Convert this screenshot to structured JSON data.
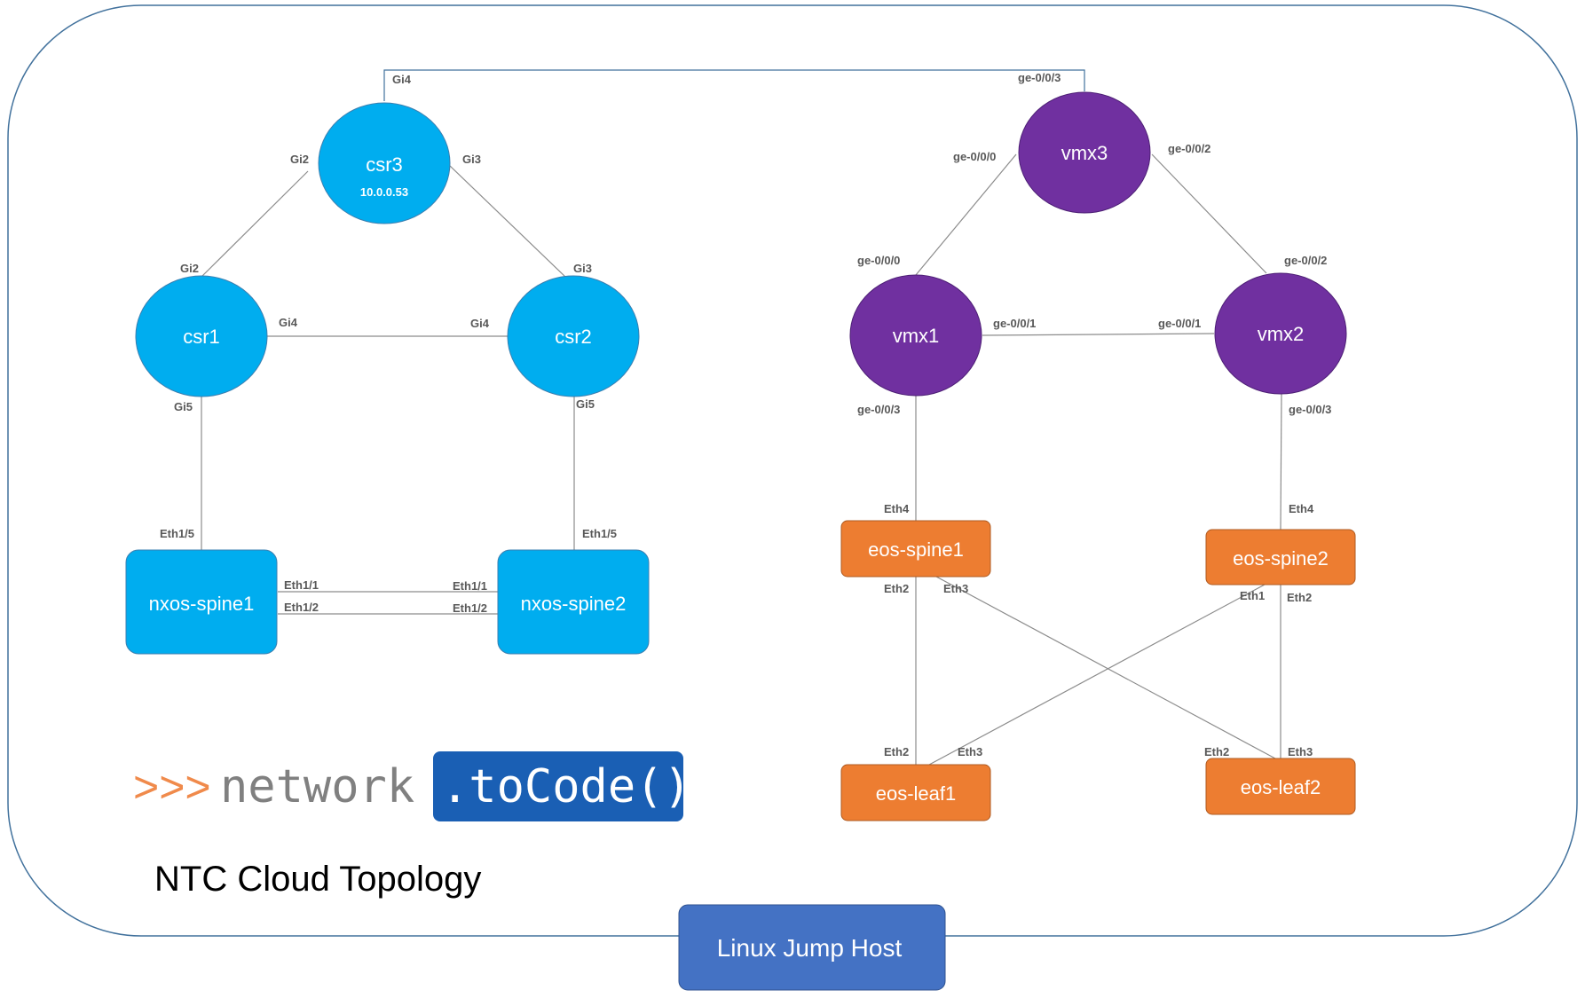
{
  "colors": {
    "csr": "#00adef",
    "nxos": "#00adef",
    "vmx": "#7030a0",
    "eos": "#ed7d31",
    "jump_host": "#4472c4",
    "boundary": "#41719c",
    "logo_box": "#1a5fb4",
    "logo_chevrons": "#f08a4b"
  },
  "title": "NTC Cloud Topology",
  "logo": {
    "prefix": ">>>",
    "word": "network",
    "code": ".toCode()"
  },
  "jump_host": {
    "label": "Linux Jump Host"
  },
  "nodes": {
    "csr3": {
      "label": "csr3",
      "sub": "10.0.0.53"
    },
    "csr1": {
      "label": "csr1"
    },
    "csr2": {
      "label": "csr2"
    },
    "nxos_spine1": {
      "label": "nxos-spine1"
    },
    "nxos_spine2": {
      "label": "nxos-spine2"
    },
    "vmx3": {
      "label": "vmx3"
    },
    "vmx1": {
      "label": "vmx1"
    },
    "vmx2": {
      "label": "vmx2"
    },
    "eos_spine1": {
      "label": "eos-spine1"
    },
    "eos_spine2": {
      "label": "eos-spine2"
    },
    "eos_leaf1": {
      "label": "eos-leaf1"
    },
    "eos_leaf2": {
      "label": "eos-leaf2"
    }
  },
  "ports": {
    "csr3_gi4": "Gi4",
    "vmx3_ge003": "ge-0/0/3",
    "csr3_gi2": "Gi2",
    "csr3_gi3": "Gi3",
    "csr1_gi2": "Gi2",
    "csr2_gi3": "Gi3",
    "csr1_gi4": "Gi4",
    "csr2_gi4": "Gi4",
    "csr1_gi5": "Gi5",
    "csr2_gi5": "Gi5",
    "nx1_eth15": "Eth1/5",
    "nx2_eth15": "Eth1/5",
    "nx1_eth11": "Eth1/1",
    "nx1_eth12": "Eth1/2",
    "nx2_eth11": "Eth1/1",
    "nx2_eth12": "Eth1/2",
    "vmx3_ge000": "ge-0/0/0",
    "vmx3_ge002": "ge-0/0/2",
    "vmx1_ge000": "ge-0/0/0",
    "vmx2_ge002": "ge-0/0/2",
    "vmx1_ge001": "ge-0/0/1",
    "vmx2_ge001": "ge-0/0/1",
    "vmx1_ge003": "ge-0/0/3",
    "vmx2_ge003": "ge-0/0/3",
    "spine1_eth4": "Eth4",
    "spine2_eth4": "Eth4",
    "spine1_eth2": "Eth2",
    "spine1_eth3": "Eth3",
    "spine2_eth1": "Eth1",
    "spine2_eth2": "Eth2",
    "leaf1_eth2": "Eth2",
    "leaf1_eth3": "Eth3",
    "leaf2_eth2": "Eth2",
    "leaf2_eth3": "Eth3"
  }
}
